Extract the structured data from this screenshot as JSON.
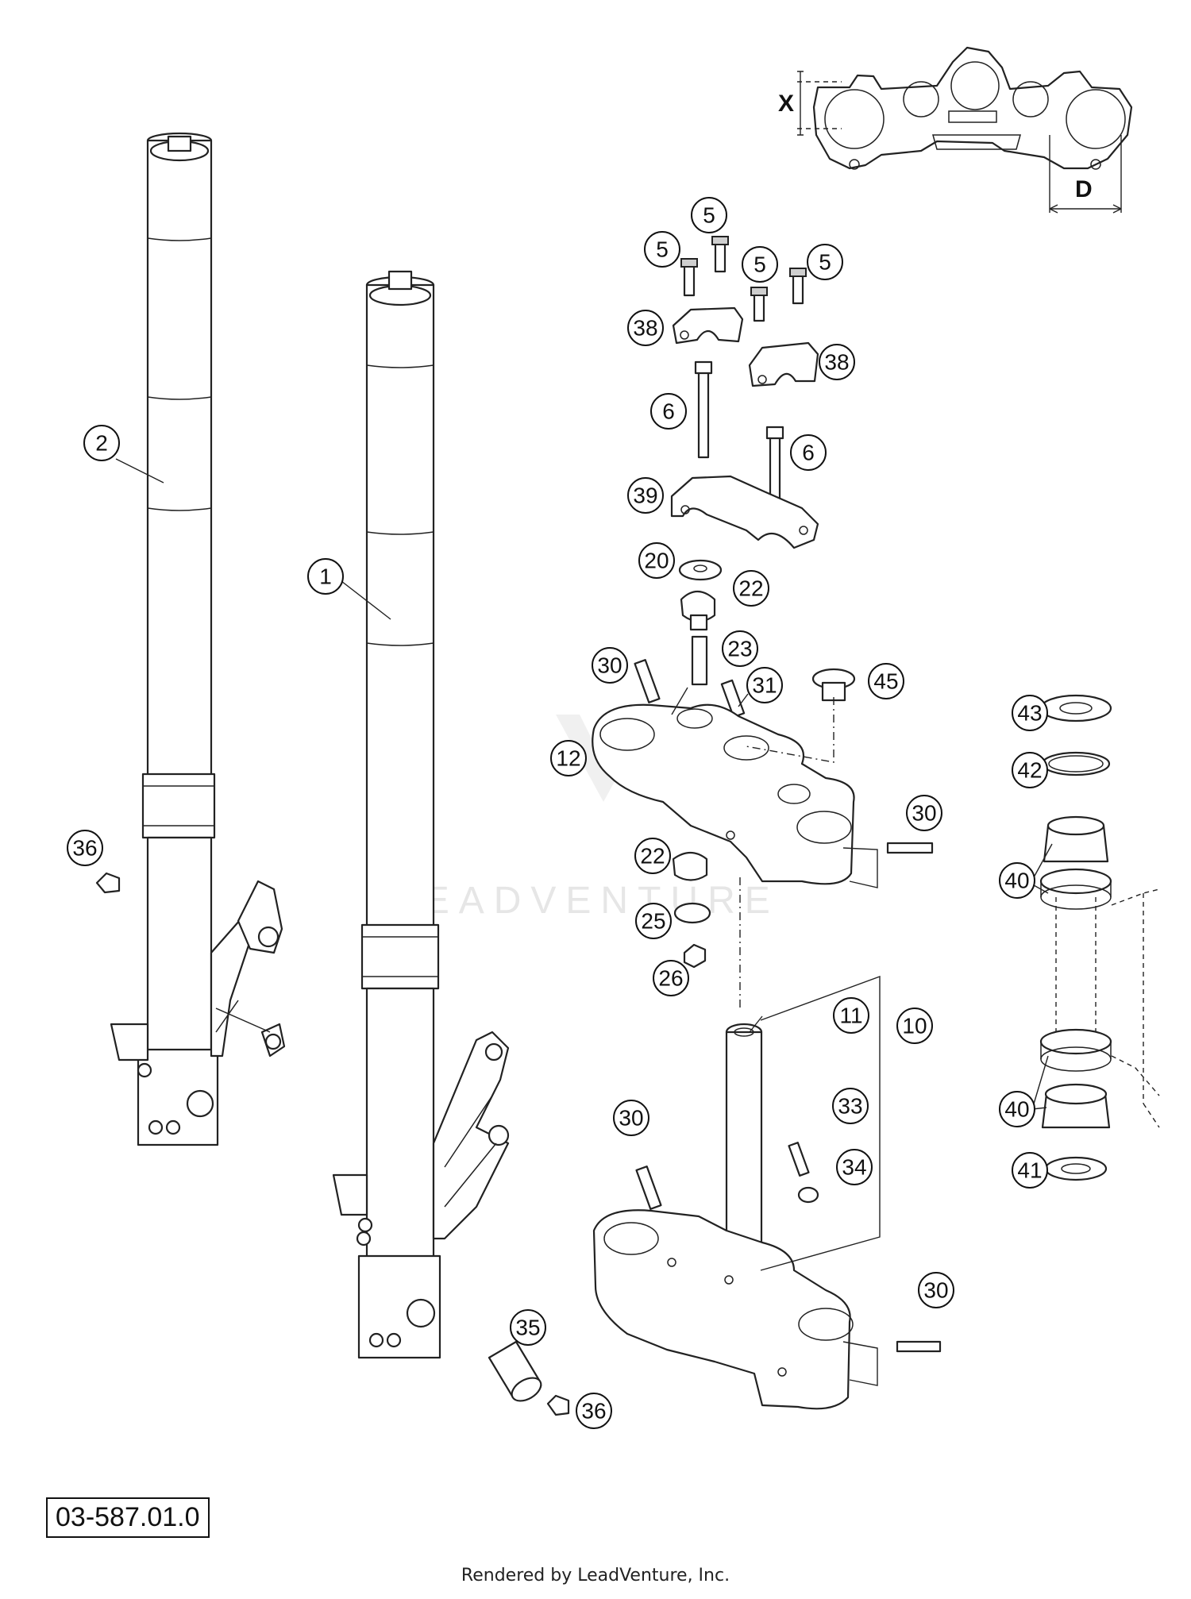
{
  "diagram_code": "03-587.01.0",
  "footer": "Rendered by LeadVenture, Inc.",
  "watermark": "LEADVENTURE",
  "dimensions": {
    "x_label": "X",
    "d_label": "D"
  },
  "callouts": [
    {
      "id": "c-2a",
      "label": "2"
    },
    {
      "id": "c-1",
      "label": "1"
    },
    {
      "id": "c-36a",
      "label": "36"
    },
    {
      "id": "c-5a",
      "label": "5"
    },
    {
      "id": "c-5b",
      "label": "5"
    },
    {
      "id": "c-5c",
      "label": "5"
    },
    {
      "id": "c-5d",
      "label": "5"
    },
    {
      "id": "c-38a",
      "label": "38"
    },
    {
      "id": "c-38b",
      "label": "38"
    },
    {
      "id": "c-6a",
      "label": "6"
    },
    {
      "id": "c-6b",
      "label": "6"
    },
    {
      "id": "c-39",
      "label": "39"
    },
    {
      "id": "c-20",
      "label": "20"
    },
    {
      "id": "c-22a",
      "label": "22"
    },
    {
      "id": "c-23",
      "label": "23"
    },
    {
      "id": "c-30a",
      "label": "30"
    },
    {
      "id": "c-31",
      "label": "31"
    },
    {
      "id": "c-45",
      "label": "45"
    },
    {
      "id": "c-12",
      "label": "12"
    },
    {
      "id": "c-30b",
      "label": "30"
    },
    {
      "id": "c-22b",
      "label": "22"
    },
    {
      "id": "c-25",
      "label": "25"
    },
    {
      "id": "c-26",
      "label": "26"
    },
    {
      "id": "c-11",
      "label": "11"
    },
    {
      "id": "c-10",
      "label": "10"
    },
    {
      "id": "c-30c",
      "label": "30"
    },
    {
      "id": "c-33",
      "label": "33"
    },
    {
      "id": "c-34",
      "label": "34"
    },
    {
      "id": "c-30d",
      "label": "30"
    },
    {
      "id": "c-35",
      "label": "35"
    },
    {
      "id": "c-36b",
      "label": "36"
    },
    {
      "id": "c-43",
      "label": "43"
    },
    {
      "id": "c-42",
      "label": "42"
    },
    {
      "id": "c-40a",
      "label": "40"
    },
    {
      "id": "c-40b",
      "label": "40"
    },
    {
      "id": "c-41",
      "label": "41"
    }
  ]
}
